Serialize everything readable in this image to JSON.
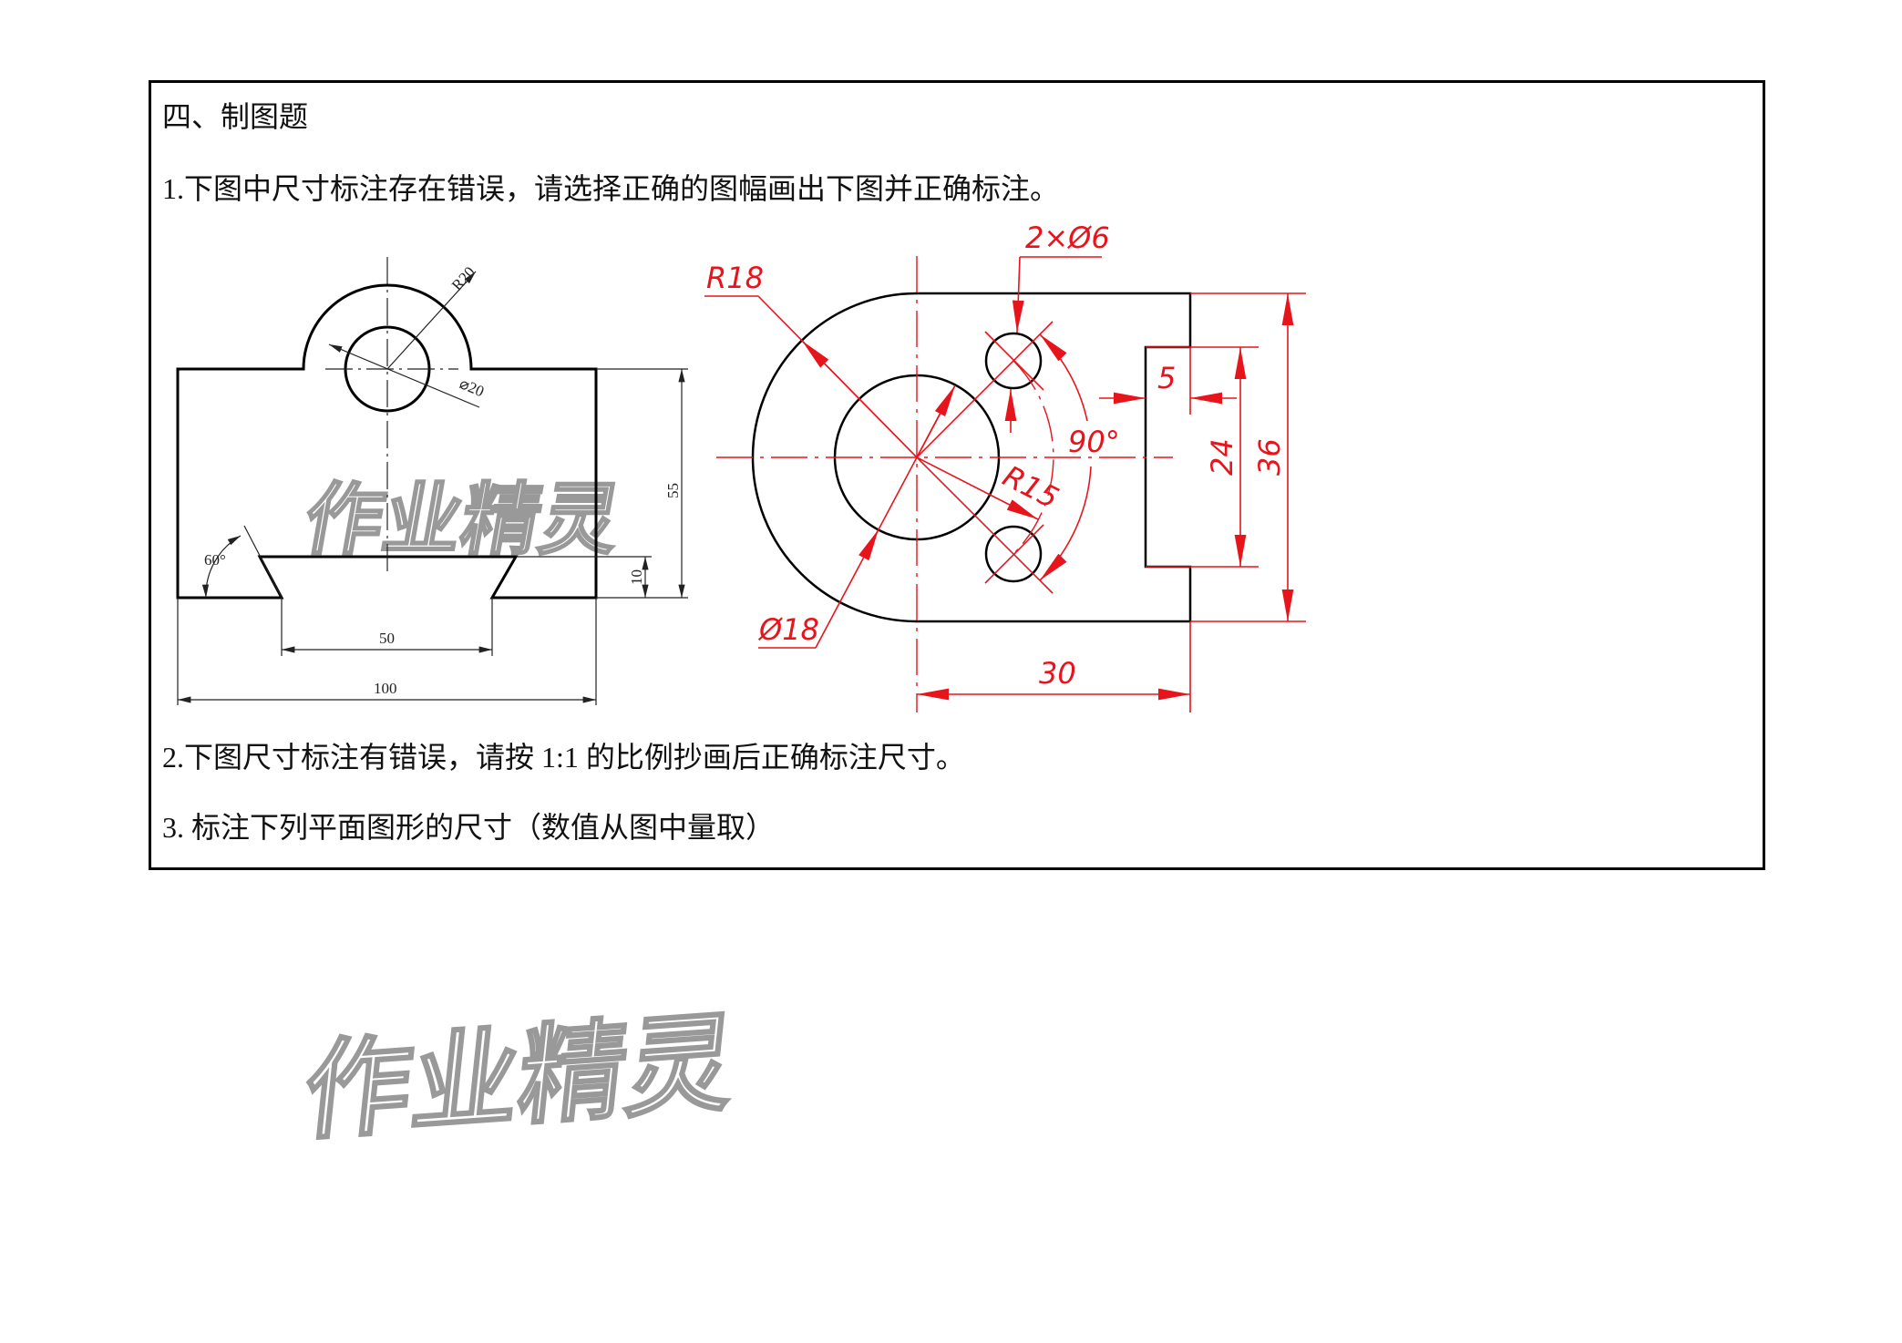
{
  "heading": "四、制图题",
  "questions": [
    "1.下图中尺寸标注存在错误，请选择正确的图幅画出下图并正确标注。",
    "2.下图尺寸标注有错误，请按 1:1 的比例抄画后正确标注尺寸。",
    "3. 标注下列平面图形的尺寸（数值从图中量取）"
  ],
  "left_drawing": {
    "r20": "R20",
    "d20": "⌀20",
    "h55": "55",
    "h10": "10",
    "angle": "60°",
    "w50": "50",
    "w100": "100"
  },
  "right_drawing": {
    "r18": "R18",
    "holes": "2×Ø6",
    "d18": "Ø18",
    "r15": "R15",
    "angle": "90°",
    "w5": "5",
    "h24": "24",
    "h36": "36",
    "w30": "30"
  },
  "watermark": "作业精灵",
  "colors": {
    "dimension_red": "#e8141b",
    "outline": "#000000",
    "watermark": "#999999"
  }
}
